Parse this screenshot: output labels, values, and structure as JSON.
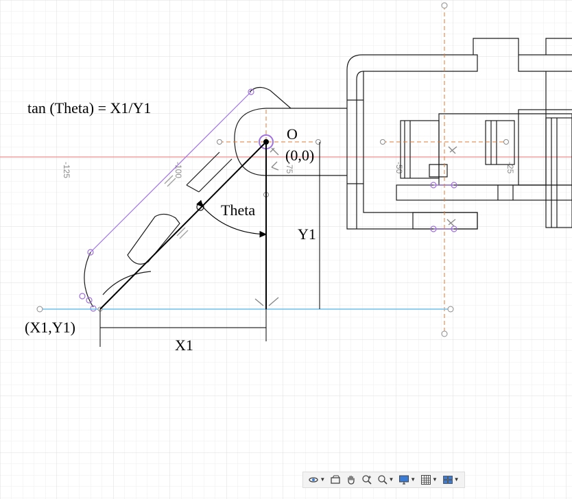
{
  "sketch": {
    "formula": "tan (Theta) = X1/Y1",
    "origin_letter": "O",
    "origin_coords": "(0,0)",
    "angle_label": "Theta",
    "y_dim_label": "Y1",
    "x_dim_label": "X1",
    "point_label": "(X1,Y1)"
  },
  "ruler": {
    "ticks": [
      "-125",
      "-100",
      "-75",
      "-50",
      "-25"
    ]
  },
  "colors": {
    "grid_minor": "#ececec",
    "grid_major": "#dedede",
    "x_axis": "#f28c8c",
    "ground_line": "#6cc0ee",
    "construction": "#e07b39",
    "constraint_purple": "#a070e0",
    "geometry": "#1a1a1a"
  },
  "toolbar": {
    "tools": [
      {
        "name": "orbit-icon",
        "has_dropdown": true
      },
      {
        "name": "look-at-icon",
        "has_dropdown": false
      },
      {
        "name": "pan-icon",
        "has_dropdown": false
      },
      {
        "name": "zoom-icon",
        "has_dropdown": false
      },
      {
        "name": "fit-icon",
        "has_dropdown": true
      },
      {
        "name": "display-settings-icon",
        "has_dropdown": true
      },
      {
        "name": "grid-settings-icon",
        "has_dropdown": true
      },
      {
        "name": "viewports-icon",
        "has_dropdown": true
      }
    ]
  }
}
